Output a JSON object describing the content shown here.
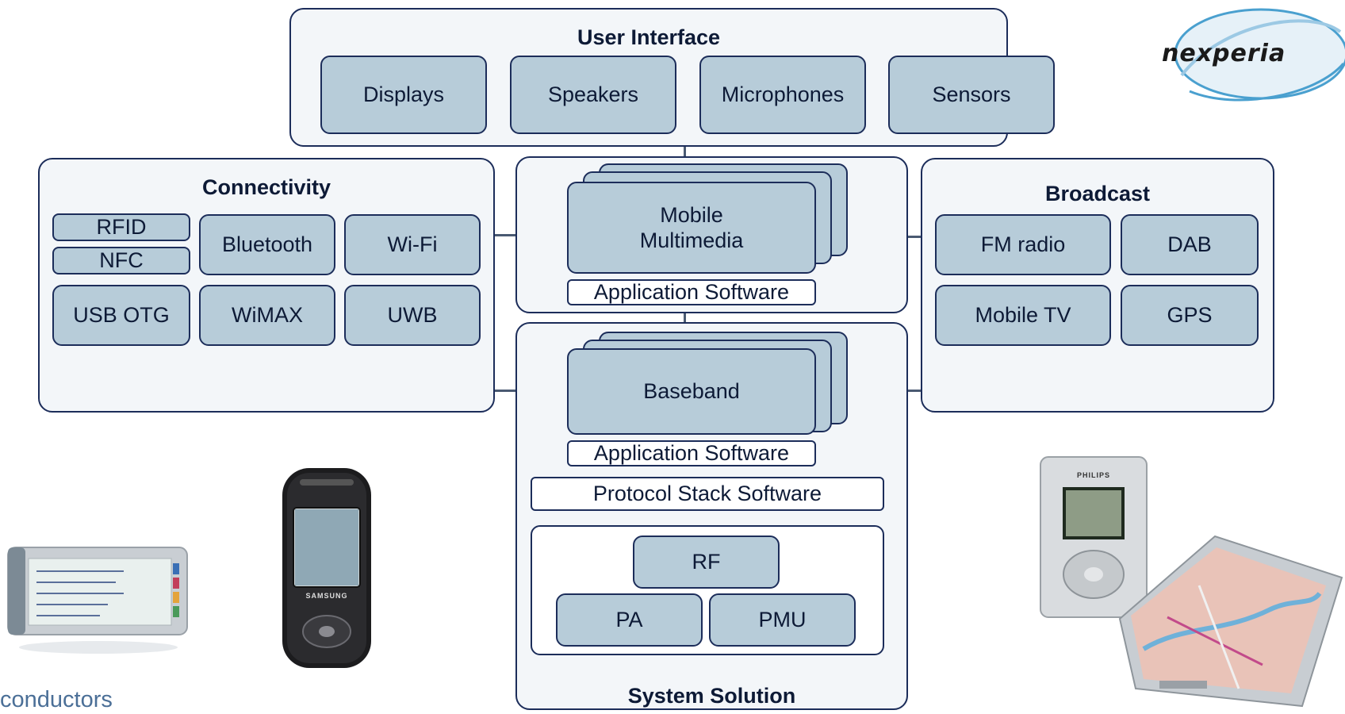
{
  "user_interface": {
    "title": "User Interface",
    "items": [
      "Displays",
      "Speakers",
      "Microphones",
      "Sensors"
    ]
  },
  "connectivity": {
    "title": "Connectivity",
    "items": [
      "RFID",
      "NFC",
      "Bluetooth",
      "Wi-Fi",
      "USB OTG",
      "WiMAX",
      "UWB"
    ]
  },
  "broadcast": {
    "title": "Broadcast",
    "items": [
      "FM radio",
      "DAB",
      "Mobile TV",
      "GPS"
    ]
  },
  "multimedia": {
    "label": "Mobile\nMultimedia",
    "software": "Application Software"
  },
  "system_solution": {
    "title": "System Solution",
    "baseband": "Baseband",
    "software": "Application Software",
    "protocol": "Protocol Stack Software",
    "components": [
      "RF",
      "PA",
      "PMU"
    ]
  },
  "logo": {
    "text": "nexperia"
  },
  "footer_fragment": "conductors",
  "device_brands": {
    "phone": "SAMSUNG",
    "player": "PHILIPS"
  },
  "colors": {
    "panel_border": "#1c2d5a",
    "box_fill": "#b7ccd9",
    "panel_fill": "#f3f6f9"
  }
}
